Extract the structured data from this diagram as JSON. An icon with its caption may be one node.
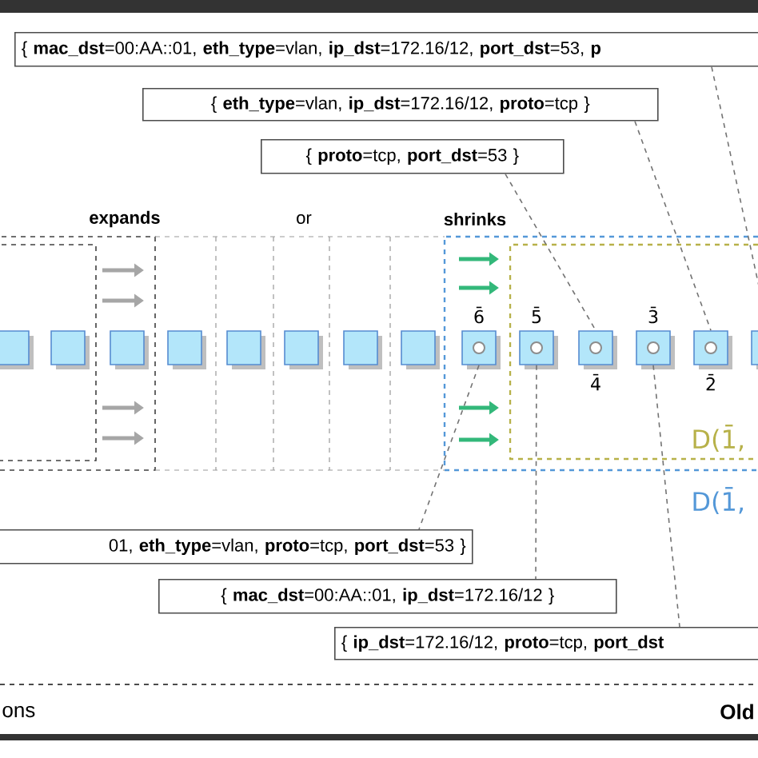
{
  "diagram": {
    "nodes": [
      {
        "text": [
          "{ **mac_dst**=00:AA::01, **eth_type**=vlan, **ip_dst**=172.16/12, **port_dst**=53, **p**"
        ]
      },
      {
        "text": [
          "{ **eth_type**=vlan, **ip_dst**=172.16/12, **proto**=tcp }"
        ]
      },
      {
        "text": [
          "{ **proto**=tcp, **port_dst**=53 }"
        ]
      },
      {
        "text": [],
        "shape": "box"
      },
      {
        "text": [],
        "shape": "box"
      },
      {
        "text": [],
        "shape": "box"
      },
      {
        "text": [],
        "shape": "box"
      },
      {
        "text": [],
        "shape": "box"
      },
      {
        "text": [],
        "shape": "box"
      },
      {
        "text": [],
        "shape": "box"
      },
      {
        "text": [],
        "shape": "box"
      },
      {
        "text": [],
        "shape": "box",
        "beside": [
          "6̄"
        ]
      },
      {
        "text": [],
        "shape": "box",
        "beside": [
          "5̄"
        ]
      },
      {
        "text": [],
        "shape": "box",
        "beside": [
          "4̄"
        ]
      },
      {
        "text": [],
        "shape": "box",
        "beside": [
          "3̄"
        ]
      },
      {
        "text": [],
        "shape": "box",
        "beside": [
          "2̄"
        ]
      },
      {
        "text": [],
        "shape": "box"
      },
      {
        "text": [
          "01, **eth_type**=vlan, **proto**=tcp, **port_dst**=53 }"
        ]
      },
      {
        "text": [
          "{ **mac_dst**=00:AA::01, **ip_dst**=172.16/12 }"
        ]
      },
      {
        "text": [
          "{ **ip_dst**=172.16/12, **proto**=tcp, **port_dst**"
        ]
      }
    ],
    "edges": [
      {
        "from": 0,
        "to": 16,
        "arrow": "none",
        "style": "dashed"
      },
      {
        "from": 1,
        "to": 15,
        "arrow": "none",
        "style": "dashed"
      },
      {
        "from": 2,
        "to": 13,
        "arrow": "none",
        "style": "dashed"
      },
      {
        "from": 11,
        "to": 17,
        "arrow": "none",
        "style": "dashed"
      },
      {
        "from": 12,
        "to": 18,
        "arrow": "none",
        "style": "dashed"
      },
      {
        "from": 14,
        "to": 19,
        "arrow": "none",
        "style": "dashed"
      }
    ],
    "labels": [
      "expands",
      "or",
      "shrinks",
      "D(1̄,",
      "D(1̄,",
      "ons",
      "Old"
    ]
  }
}
